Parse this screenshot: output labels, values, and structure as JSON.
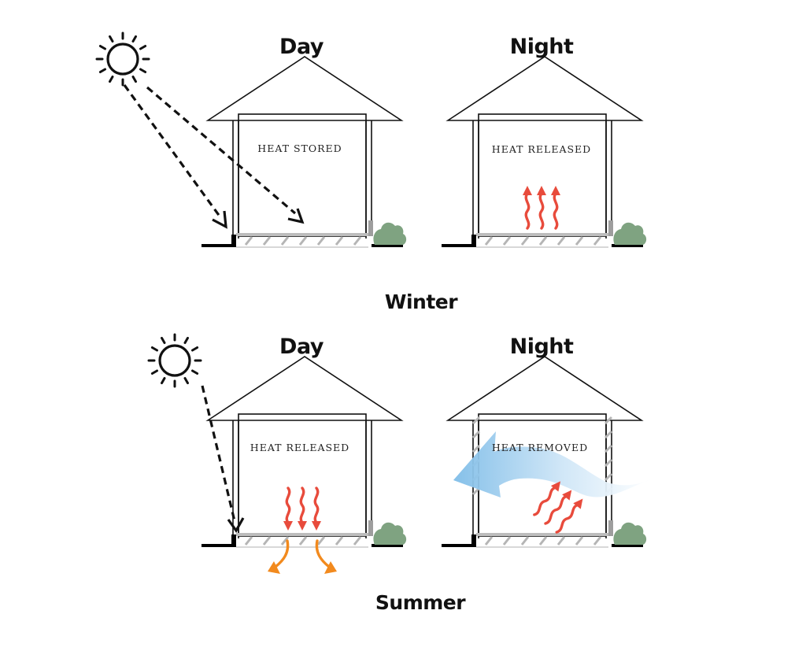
{
  "panels": {
    "winter_day": {
      "title": "Day",
      "label": "HEAT STORED"
    },
    "winter_night": {
      "title": "Night",
      "label": "HEAT RELEASED"
    },
    "summer_day": {
      "title": "Day",
      "label": "HEAT RELEASED"
    },
    "summer_night": {
      "title": "Night",
      "label": "HEAT REMOVED"
    }
  },
  "seasons": {
    "winter": "Winter",
    "summer": "Summer"
  },
  "icons": [
    "sun-icon",
    "heat-wave-icon",
    "airflow-arrow-icon",
    "bush-icon"
  ],
  "colors": {
    "heat": "#e84b3c",
    "ground_heat": "#f28a1e",
    "airflow": "#8ec6ec",
    "vegetation": "#7fa381",
    "slab": "#bdbdbd"
  }
}
